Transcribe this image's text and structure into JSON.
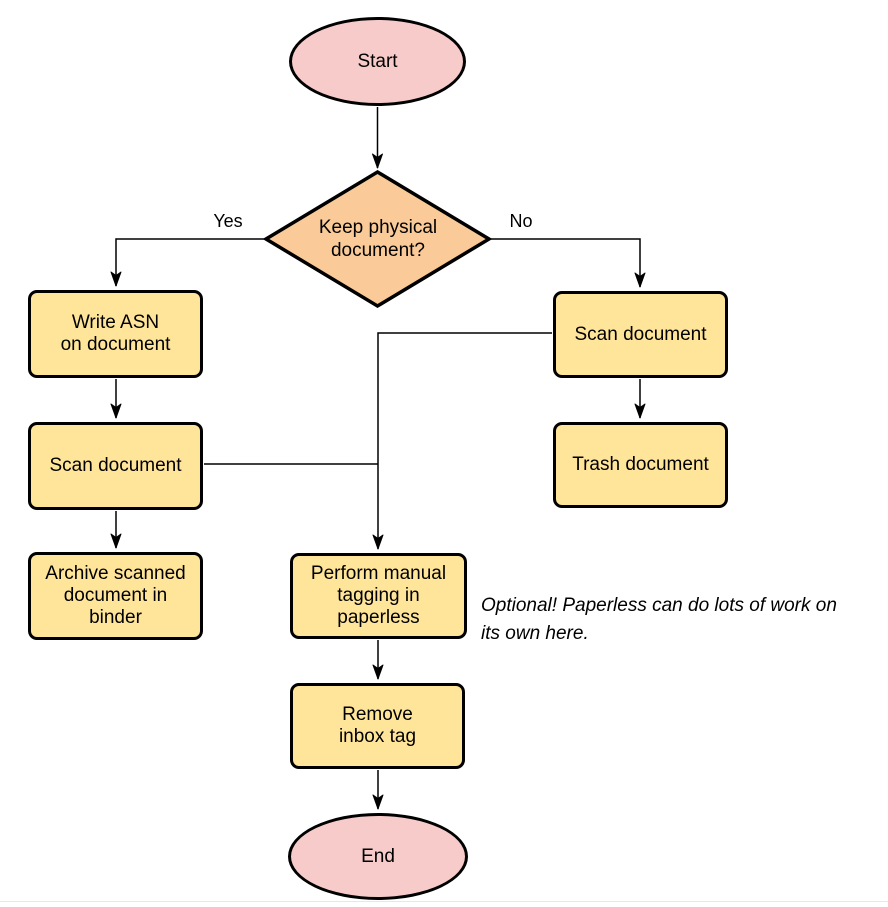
{
  "diagram": {
    "type": "flowchart",
    "nodes": {
      "start": {
        "label": "Start",
        "shape": "ellipse",
        "fill": "#f6cbca"
      },
      "decision": {
        "label": "Keep physical\ndocument?",
        "shape": "diamond",
        "fill": "#facb98"
      },
      "write_asn": {
        "label": "Write ASN\non document",
        "shape": "rounded-rect",
        "fill": "#ffe59a"
      },
      "scan_left": {
        "label": "Scan document",
        "shape": "rounded-rect",
        "fill": "#ffe59a"
      },
      "archive": {
        "label": "Archive scanned\ndocument in\nbinder",
        "shape": "rounded-rect",
        "fill": "#ffe59a"
      },
      "scan_right": {
        "label": "Scan document",
        "shape": "rounded-rect",
        "fill": "#ffe59a"
      },
      "trash": {
        "label": "Trash document",
        "shape": "rounded-rect",
        "fill": "#ffe59a"
      },
      "tagging": {
        "label": "Perform manual\ntagging in\npaperless",
        "shape": "rounded-rect",
        "fill": "#ffe59a"
      },
      "remove_inbox": {
        "label": "Remove\ninbox tag",
        "shape": "rounded-rect",
        "fill": "#ffe59a"
      },
      "end": {
        "label": "End",
        "shape": "ellipse",
        "fill": "#f6cbca"
      }
    },
    "edges": [
      {
        "from": "start",
        "to": "decision",
        "label": ""
      },
      {
        "from": "decision",
        "to": "write_asn",
        "label": "Yes"
      },
      {
        "from": "decision",
        "to": "scan_right",
        "label": "No"
      },
      {
        "from": "write_asn",
        "to": "scan_left",
        "label": ""
      },
      {
        "from": "scan_left",
        "to": "archive",
        "label": ""
      },
      {
        "from": "scan_right",
        "to": "trash",
        "label": ""
      },
      {
        "from": "scan_left",
        "to": "tagging",
        "label": ""
      },
      {
        "from": "scan_right",
        "to": "tagging",
        "label": ""
      },
      {
        "from": "tagging",
        "to": "remove_inbox",
        "label": ""
      },
      {
        "from": "remove_inbox",
        "to": "end",
        "label": ""
      }
    ],
    "annotation": "Optional! Paperless can do lots of work on\nits own here.",
    "colors": {
      "terminal_fill": "#f6cbca",
      "decision_fill": "#facb98",
      "process_fill": "#ffe59a",
      "stroke": "#000000",
      "text": "#000000"
    }
  }
}
